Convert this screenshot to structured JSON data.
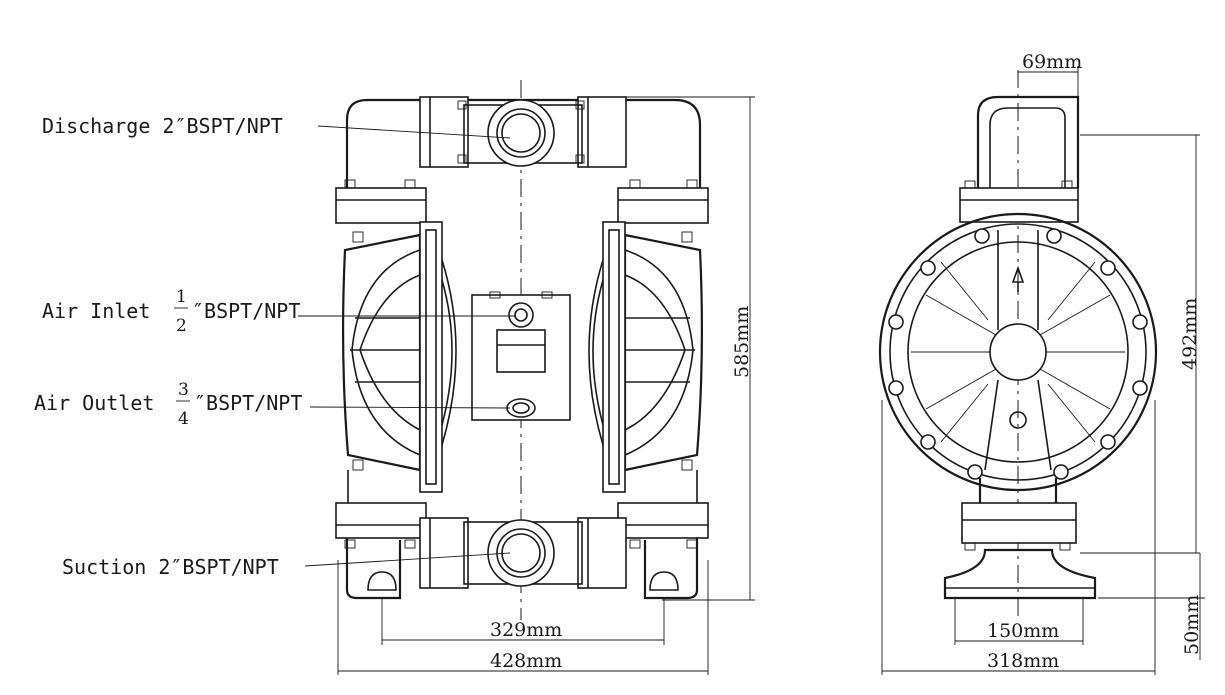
{
  "callouts": {
    "discharge": "Discharge 2″BSPT/NPT",
    "air_inlet_prefix": "Air Inlet",
    "air_inlet_num": "1",
    "air_inlet_den": "2",
    "air_inlet_suffix": "″BSPT/NPT",
    "air_outlet_prefix": "Air Outlet",
    "air_outlet_num": "3",
    "air_outlet_den": "4",
    "air_outlet_suffix": "″BSPT/NPT",
    "suction": "Suction 2″BSPT/NPT"
  },
  "dimensions": {
    "front_height": "585mm",
    "front_port_spacing": "329mm",
    "front_width": "428mm",
    "side_top_offset": "69mm",
    "side_height": "492mm",
    "side_base_height": "50mm",
    "side_base_inner": "150mm",
    "side_width": "318mm"
  }
}
